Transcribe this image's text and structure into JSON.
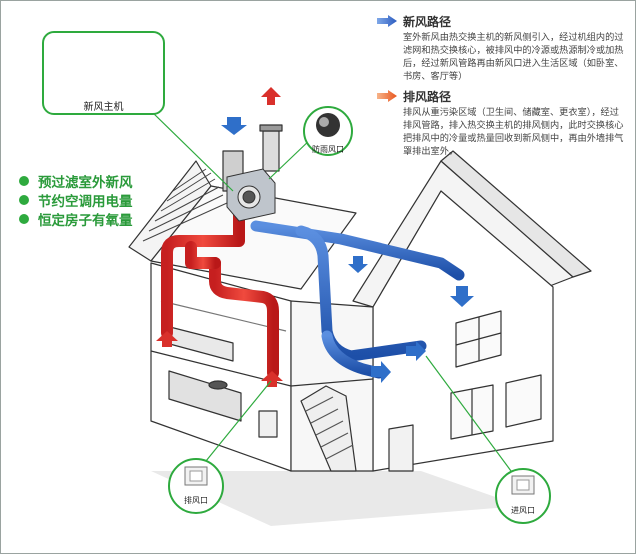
{
  "unit": {
    "label": "新风主机"
  },
  "benefits": [
    "预过滤室外新风",
    "节约空调用电量",
    "恒定房子有氧量"
  ],
  "legend": {
    "fresh": {
      "title": "新风路径",
      "text": "室外新风由热交换主机的新风侧引入，经过机组内的过滤网和热交换核心，被排风中的冷源或热源制冷或加热后，经过新风管路再由新风口进入生活区域（如卧室、书房、客厅等）"
    },
    "exhaust": {
      "title": "排风路径",
      "text": "排风从重污染区域（卫生间、储藏室、更衣室），经过排风管路，排入热交换主机的排风侧内，此时交换核心把排风中的冷量或热量回收到新风侧中，再由外墙排气罩排出室外。"
    }
  },
  "callouts": {
    "rain_vent": "防雨风口",
    "exhaust_vent": "排风口",
    "supply_vent": "进风口"
  },
  "colors": {
    "fresh_air": "#2f6fc9",
    "exhaust_air": "#d9302b",
    "accent_green": "#2eaa3e"
  }
}
